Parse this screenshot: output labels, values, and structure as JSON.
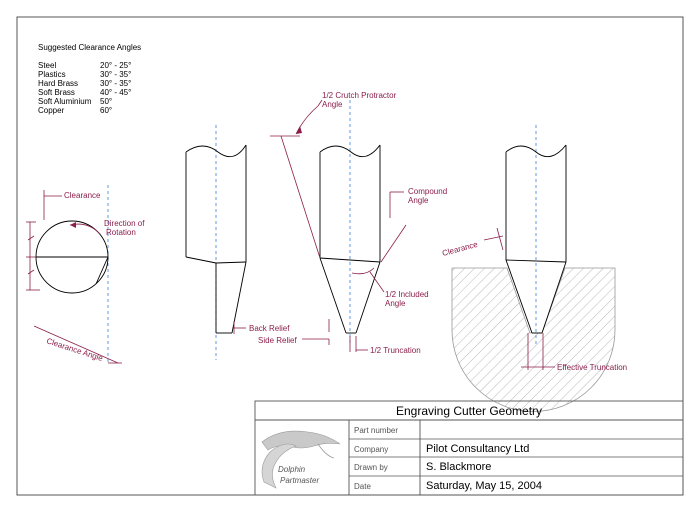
{
  "clearance_table": {
    "title": "Suggested Clearance Angles",
    "rows": [
      {
        "material": "Steel",
        "angle": "20° - 25°"
      },
      {
        "material": "Plastics",
        "angle": "30° - 35°"
      },
      {
        "material": "Hard Brass",
        "angle": "30° - 35°"
      },
      {
        "material": "Soft Brass",
        "angle": "40° - 45°"
      },
      {
        "material": "Soft Aluminium",
        "angle": "50°"
      },
      {
        "material": "Copper",
        "angle": "60°"
      }
    ]
  },
  "labels": {
    "clearance": "Clearance",
    "direction_of": "Direction of",
    "rotation": "Rotation",
    "clearance_angle": "Clearance Angle",
    "back_relief": "Back Relief",
    "side_relief": "Side Relief",
    "crutch_1": "1/2 Crutch Protractor",
    "crutch_2": "Angle",
    "compound_1": "Compound",
    "compound_2": "Angle",
    "included_1": "1/2 Included",
    "included_2": "Angle",
    "truncation": "1/2 Truncation",
    "clearance_right": "Clearance",
    "effective_truncation": "Effective Truncation"
  },
  "title_block": {
    "title": "Engraving Cutter Geometry",
    "fields": [
      {
        "label": "Part number",
        "value": ""
      },
      {
        "label": "Company",
        "value": "Pilot Consultancy Ltd"
      },
      {
        "label": "Drawn by",
        "value": "S. Blackmore"
      },
      {
        "label": "Date",
        "value": "Saturday, May 15, 2004"
      }
    ],
    "logo_line1": "Dolphin",
    "logo_line2": "Partmaster"
  }
}
